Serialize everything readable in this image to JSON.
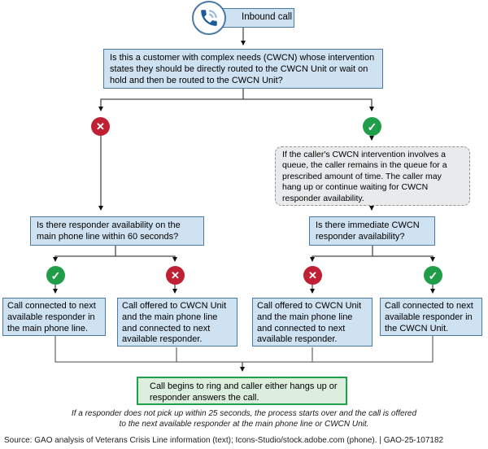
{
  "colors": {
    "box_fill": "#cfe2f2",
    "box_border": "#4b7aa5",
    "note_fill": "#e8eaec",
    "final_fill": "#dceede",
    "final_border": "#21a04c",
    "yes_green": "#1f9d49",
    "no_red": "#c02033",
    "phone_blue": "#1c5a9a",
    "phone_wave_blue": "#9ab9da"
  },
  "glyphs": {
    "yes": "✓",
    "no": "✕"
  },
  "nodes": {
    "inbound": "Inbound call",
    "q_main": "Is this a customer with complex needs (CWCN) whose intervention states they should be directly routed to the CWCN Unit or wait on hold and then be routed to the CWCN Unit?",
    "queue_note": "If the caller's CWCN intervention involves a queue, the caller remains in the queue for a prescribed amount of time. The caller may hang up or continue waiting for CWCN responder availability.",
    "q_mainline": "Is there responder availability on the main phone line within 60 seconds?",
    "q_cwcn": "Is there immediate CWCN responder availability?",
    "outcome_mainline_yes": "Call connected to next available responder in the main phone line.",
    "outcome_mainline_no": "Call offered to CWCN Unit and the main phone line and connected to next available responder.",
    "outcome_cwcn_no": "Call offered to CWCN Unit and the main phone line and connected to next available responder.",
    "outcome_cwcn_yes": "Call connected to next available responder in the CWCN Unit.",
    "final": "Call begins to ring and caller either hangs up or responder answers the call."
  },
  "footer": {
    "footnote": "If a responder does not pick up within 25 seconds, the process starts over and the call is offered to the next available responder at the main phone line or CWCN Unit.",
    "source": "Source: GAO analysis of Veterans Crisis Line information (text); Icons-Studio/stock.adobe.com (phone).  |  GAO-25-107182"
  }
}
